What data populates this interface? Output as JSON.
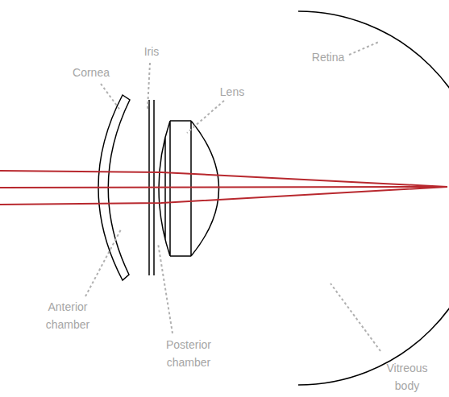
{
  "diagram": {
    "labels": [
      "Cornea",
      "Iris",
      "Lens",
      "Retina",
      "Anterior chamber",
      "Posterior chamber",
      "Vitreous body"
    ]
  }
}
